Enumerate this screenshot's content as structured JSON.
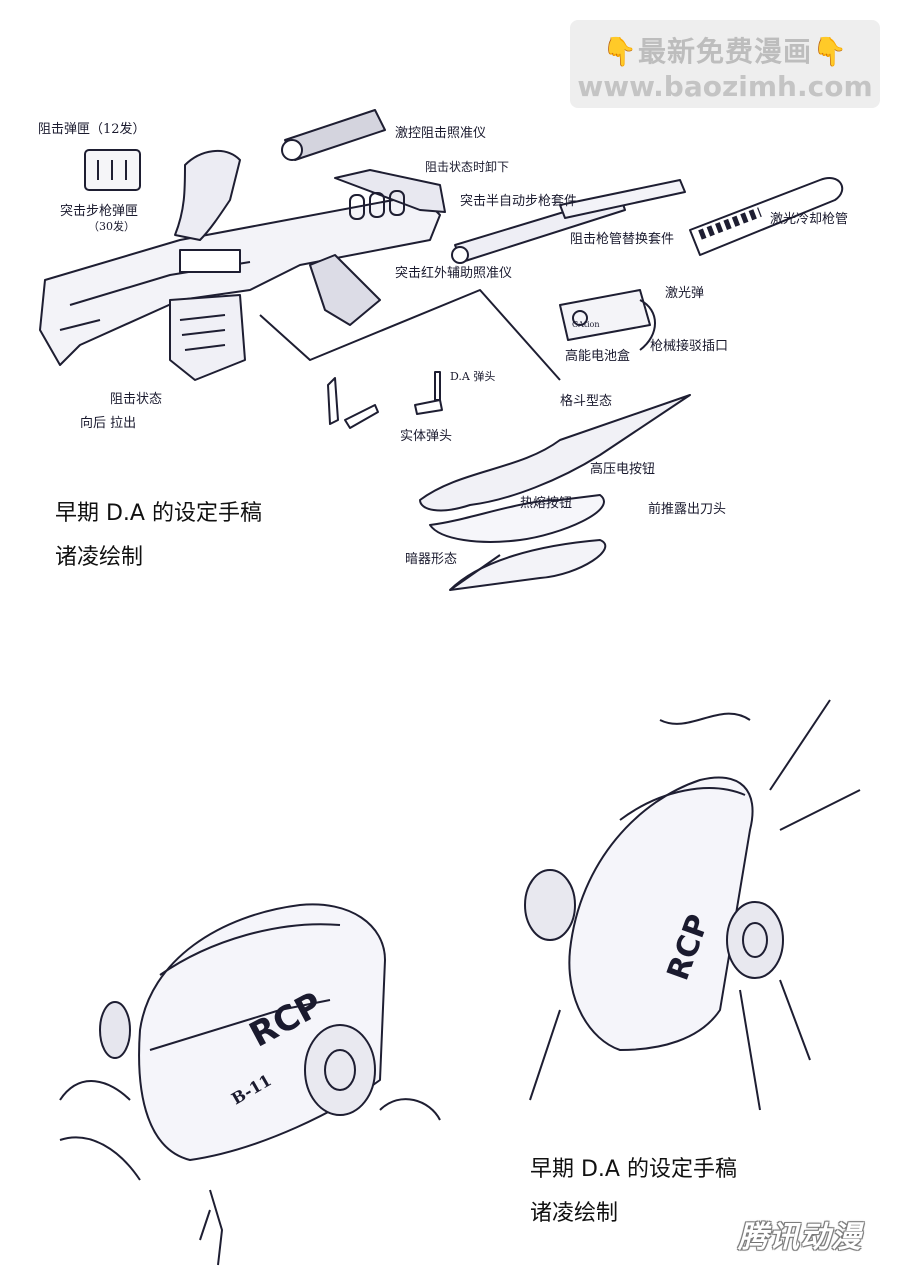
{
  "watermark": {
    "line1": "👇最新免费漫画👇",
    "line2": "www.baozimh.com"
  },
  "captions": [
    {
      "title": "早期 D.A 的设定手稿",
      "author": "诸凌绘制"
    },
    {
      "title": "早期 D.A 的设定手稿",
      "author": "诸凌绘制"
    }
  ],
  "annotations": {
    "stun_magazine": "阻击弹匣（12发）",
    "assault_magazine": "突击步枪弹匣",
    "assault_magazine_count": "（30发）",
    "laser_sight": "激控阻击照准仪",
    "stun_mode_lower": "阻击状态时卸下",
    "auto_rifle_kit": "突击半自动步枪套件",
    "stun_barrel_kit": "阻击枪管替换套件",
    "laser_cooling": "激光冷却枪管",
    "ir_sight": "突击红外辅助照准仪",
    "laser_round": "激光弹",
    "battery": "高能电池盒",
    "mech_connector": "枪械接驳插口",
    "stun_state": "阻击状态",
    "pull_back": "向后 拉出",
    "da_round": "D.A 弹头",
    "solid_round": "实体弹头",
    "melee_mode": "格斗型态",
    "hv_button": "高压电按钮",
    "heat_button": "热熔按钮",
    "push_blade": "前推露出刀头",
    "hidden_mode": "暗器形态",
    "battery_brand": "CAtion"
  },
  "vehicle_markings": {
    "vehicle1_text": "RCP",
    "vehicle1_number": "B-11",
    "vehicle2_text": "RCP"
  },
  "publisher_logo": "腾讯动漫"
}
